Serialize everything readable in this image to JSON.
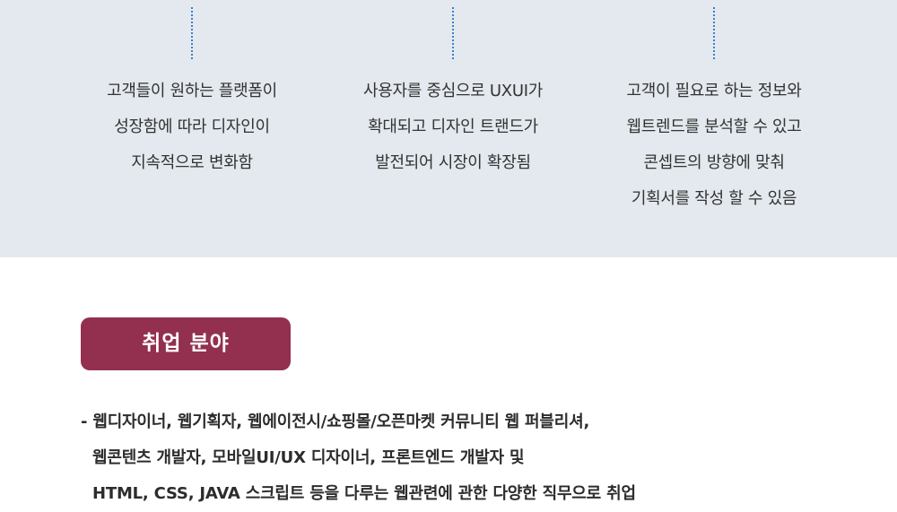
{
  "columns": [
    {
      "lines": [
        "고객들이 원하는 플랫폼이",
        "성장함에 따라 디자인이",
        "지속적으로 변화함"
      ]
    },
    {
      "lines": [
        "사용자를 중심으로 UXUI가",
        "확대되고 디자인 트랜드가",
        "발전되어 시장이 확장됨"
      ]
    },
    {
      "lines": [
        "고객이 필요로 하는 정보와",
        "웹트렌드를 분석할 수 있고",
        "콘셉트의 방향에 맞춰",
        "기획서를 작성 할 수 있음"
      ]
    }
  ],
  "employment": {
    "title": "취업 분야",
    "lines": [
      "- 웹디자이너, 웹기획자, 웹에이전시/쇼핑몰/오픈마켓 커뮤니티 웹 퍼블리셔,",
      "웹콘텐츠 개발자, 모바일UI/UX 디자이너, 프론트엔드 개발자 및",
      "HTML, CSS, JAVA 스크립트 등을 다루는 웹관련에 관한 다양한 직무으로 취업"
    ]
  },
  "colors": {
    "top_background": "#e3e9ee",
    "dotted_line": "#3d7fd0",
    "badge_background": "#93304f",
    "badge_text": "#ffffff",
    "body_text": "#333333"
  }
}
